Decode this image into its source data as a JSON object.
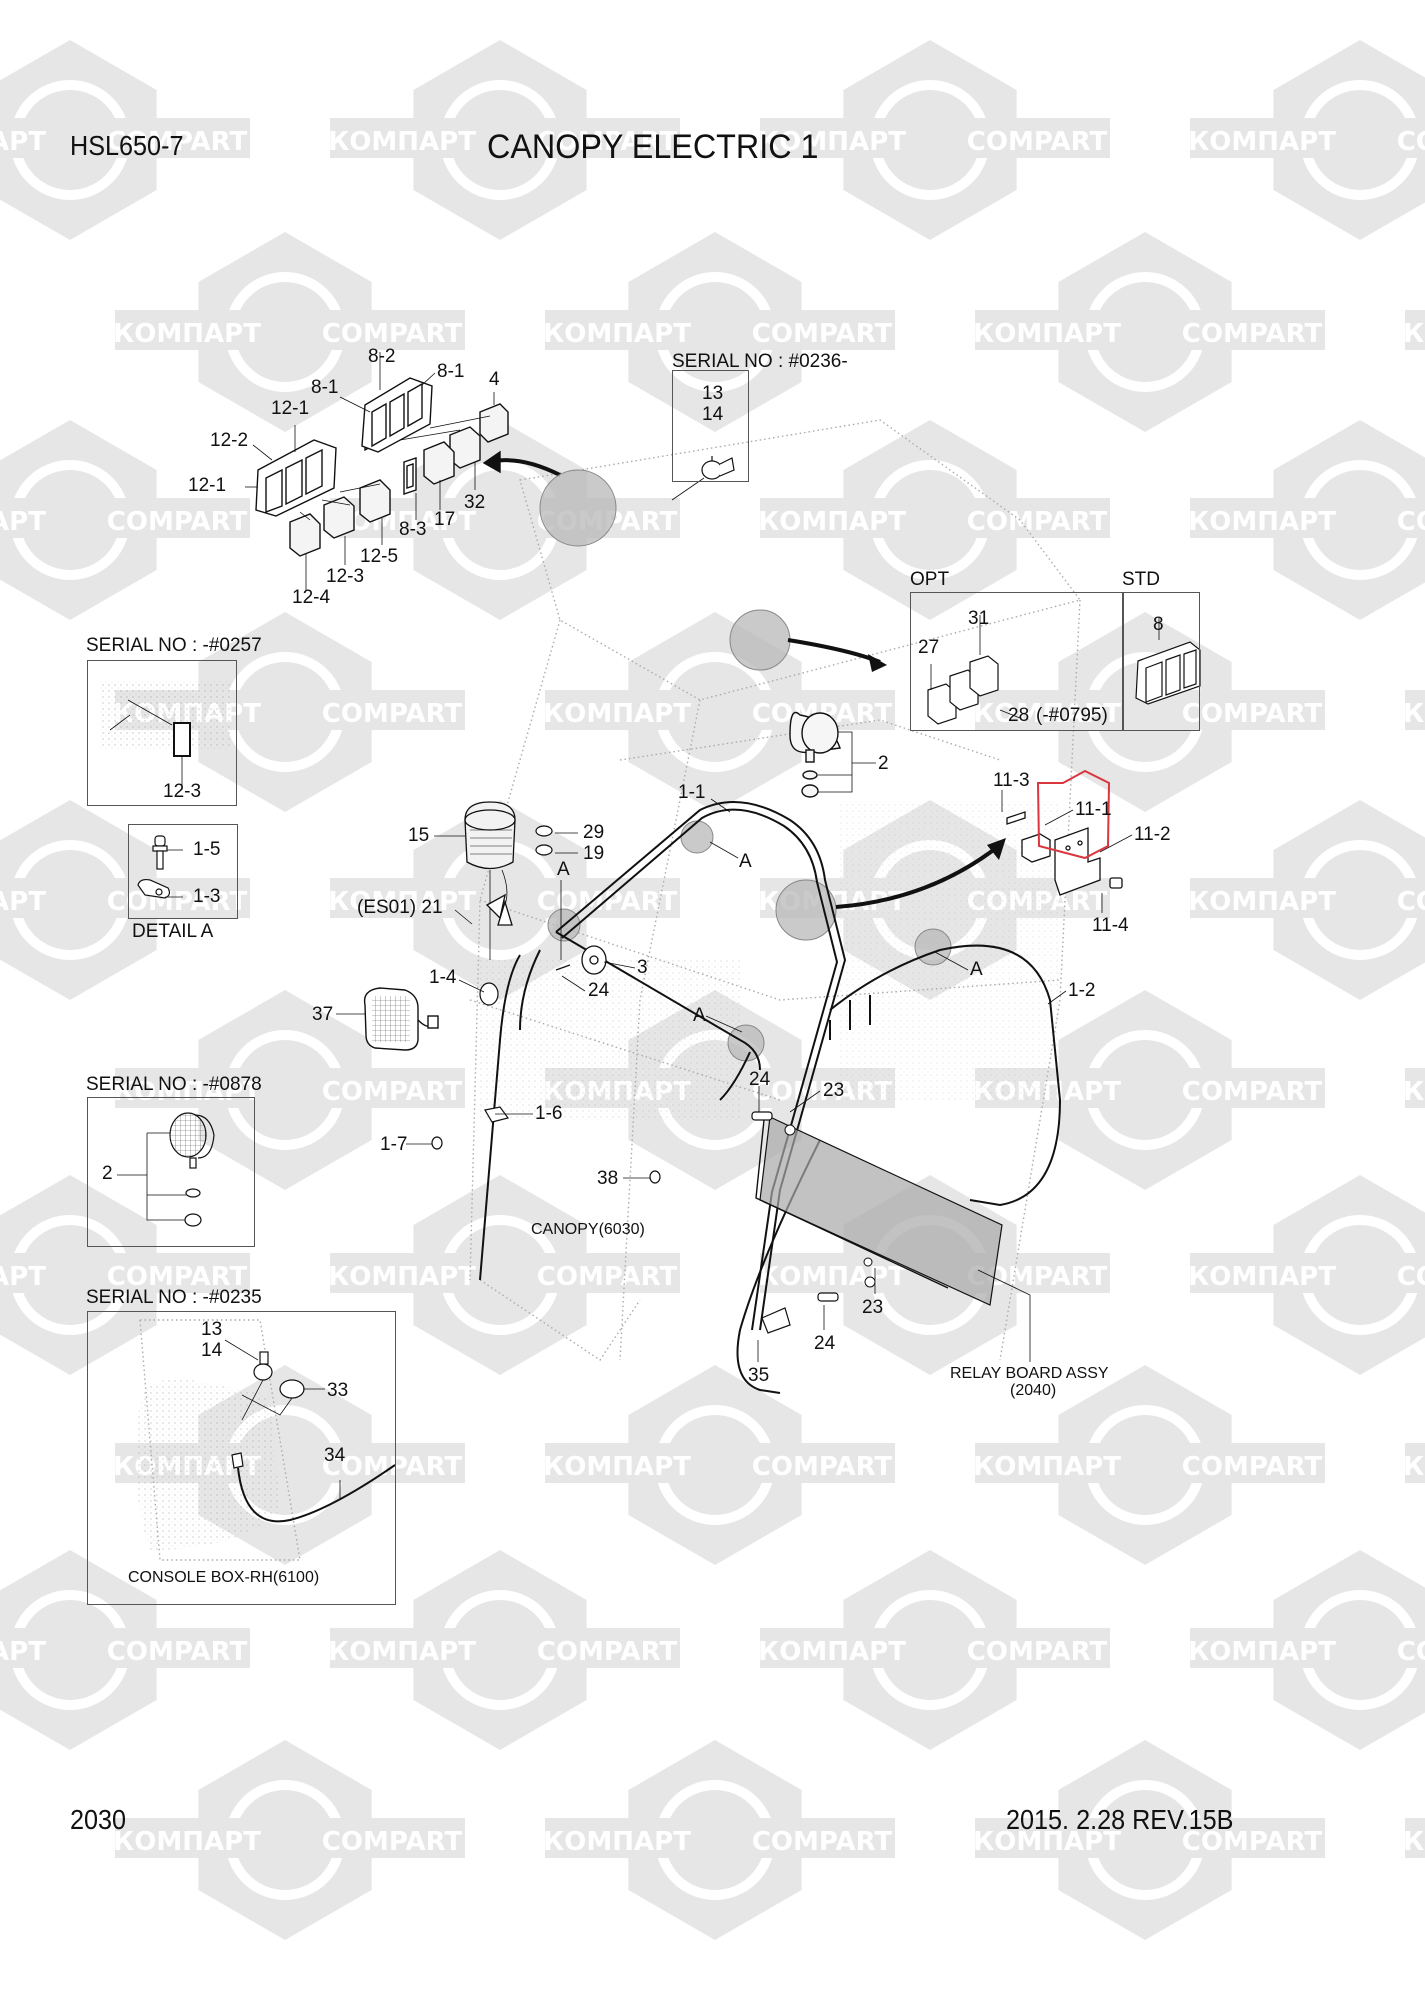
{
  "header": {
    "model": "HSL650-7",
    "title": "CANOPY ELECTRIC 1"
  },
  "footer": {
    "page_number": "2030",
    "revision": "2015. 2.28  REV.15B"
  },
  "watermark": {
    "text_ru": "КОМПАРТ",
    "text_en": "COMPART",
    "color": "#e6e6e6"
  },
  "colors": {
    "line": "#111111",
    "highlight": "#d9363e",
    "shade": "#b8b8b8",
    "canopy_dots": "#9a9a9a"
  },
  "insets": {
    "serial_0236": {
      "heading": "SERIAL NO : #0236-",
      "callouts": [
        "13",
        "14"
      ]
    },
    "opt_std": {
      "opt_label": "OPT",
      "std_label": "STD",
      "callouts": {
        "c27": "27",
        "c31": "31",
        "c28": "28",
        "c28_note": "(-#0795)",
        "c8": "8"
      }
    },
    "serial_0257": {
      "heading": "SERIAL NO : -#0257",
      "callouts": [
        "12-3"
      ]
    },
    "detail_a": {
      "caption": "DETAIL A",
      "callouts": [
        "1-5",
        "1-3"
      ]
    },
    "serial_0878": {
      "heading": "SERIAL NO : -#0878",
      "callouts": [
        "2"
      ]
    },
    "serial_0235": {
      "heading": "SERIAL NO : -#0235",
      "callouts": {
        "c13": "13",
        "c14": "14",
        "c33": "33",
        "c34": "34"
      },
      "caption": "CONSOLE BOX-RH(6100)"
    }
  },
  "switch_panel": {
    "callouts": {
      "c8_2": "8-2",
      "c8_1a": "8-1",
      "c8_1b": "8-1",
      "c4": "4",
      "c12_1a": "12-1",
      "c12_2": "12-2",
      "c12_1b": "12-1",
      "c8_3": "8-3",
      "c17": "17",
      "c32": "32",
      "c12_5": "12-5",
      "c12_3": "12-3",
      "c12_4": "12-4"
    }
  },
  "main": {
    "callouts": {
      "c2": "2",
      "c1_1": "1-1",
      "cA1": "A",
      "c11_3": "11-3",
      "c11_1": "11-1",
      "c11_2": "11-2",
      "c11_4": "11-4",
      "c15": "15",
      "c29": "29",
      "c19": "19",
      "cA2": "A",
      "c21": "(ES01) 21",
      "c3": "3",
      "c1_4": "1-4",
      "c24a": "24",
      "c37": "37",
      "cA3": "A",
      "cA4": "A",
      "c1_2": "1-2",
      "c24b": "24",
      "c23a": "23",
      "c1_6": "1-6",
      "c1_7": "1-7",
      "c38": "38",
      "c23b": "23",
      "c24c": "24",
      "c35": "35"
    },
    "labels": {
      "canopy": "CANOPY(6030)",
      "relay_board": "RELAY BOARD ASSY",
      "relay_board_ref": "(2040)"
    }
  }
}
